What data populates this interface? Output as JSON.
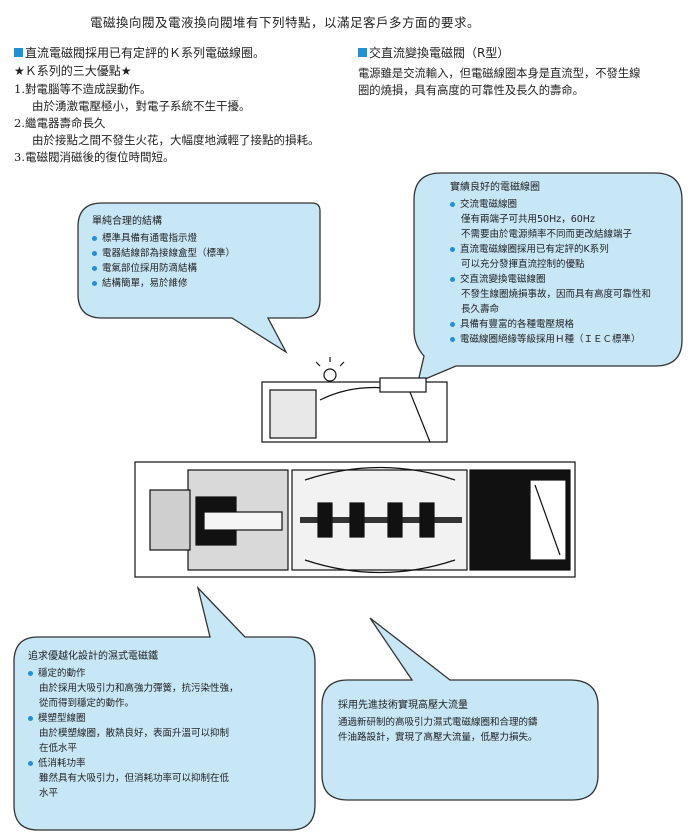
{
  "colors": {
    "accent": "#1e90d6",
    "bubble_fill": "#c7e7f7",
    "bubble_stroke": "#333333"
  },
  "intro": "電磁換向閥及電液換向閥堆有下列特點，以滿足客戶多方面的要求。",
  "left_section": {
    "title": "直流電磁閥採用已有定評的Ｋ系列電磁線圈。",
    "subtitle": "★Ｋ系列的三大優點★",
    "items": [
      {
        "head": "1.對電腦等不造成誤動作。",
        "detail": "由於湧激電壓極小，對電子系統不生干擾。"
      },
      {
        "head": "2.繼電器壽命長久",
        "detail": "由於接點之間不發生火花，大幅度地減輕了接點的損耗。"
      },
      {
        "head": "3.電磁閥消磁後的復位時間短。",
        "detail": ""
      }
    ]
  },
  "right_section": {
    "title": "交直流變換電磁閥（R型）",
    "line1": "電源雖是交流輸入，但電磁線圈本身是直流型，不發生線",
    "line2": "圈的燒損，具有高度的可靠性及長久的壽命。"
  },
  "bubble_structure": {
    "title": "單純合理的結構",
    "items": [
      "標準具備有通電指示燈",
      "電器結線部為接線盒型（標準）",
      "電氣部位採用防滴結構",
      "結構簡單，易於維修"
    ]
  },
  "bubble_coil": {
    "title": "實績良好的電磁線圈",
    "items": [
      {
        "head": "交流電磁線圈",
        "lines": [
          "僅有兩端子可共用50Hz，60Hz",
          "不需要由於電源頻率不同而更改結線端子"
        ]
      },
      {
        "head": "直流電磁線圈採用已有定評的K系列",
        "lines": [
          "可以充分發揮直流控制的優點"
        ]
      },
      {
        "head": "交直流變換電磁線圈",
        "lines": [
          "不發生線圈燒損事故，因而具有高度可靠性和",
          "長久壽命"
        ]
      },
      {
        "head": "具備有豐富的各種電壓規格",
        "lines": []
      },
      {
        "head": "電磁線圈絕緣等級採用Ｈ種（ＩＥＣ標準）",
        "lines": []
      }
    ]
  },
  "bubble_iron": {
    "title": "追求優越化設計的濕式電磁鐵",
    "items": [
      {
        "head": "穩定的動作",
        "lines": [
          "由於採用大吸引力和高強力彈簧，抗污染性強，",
          "從而得到穩定的動作。"
        ]
      },
      {
        "head": "模塑型線圈",
        "lines": [
          "由於模塑線圈，散熱良好，表面升溫可以抑制",
          "在低水平"
        ]
      },
      {
        "head": "低消耗功率",
        "lines": [
          "雖然具有大吸引力，但消耗功率可以抑制在低",
          "水平"
        ]
      }
    ]
  },
  "bubble_flow": {
    "title": "採用先進技術實現高壓大流量",
    "lines": [
      "通過新研制的高吸引力濕式電磁線圈和合理的鑄",
      "件油路設計，實現了高壓大流量，低壓力損失。"
    ]
  }
}
